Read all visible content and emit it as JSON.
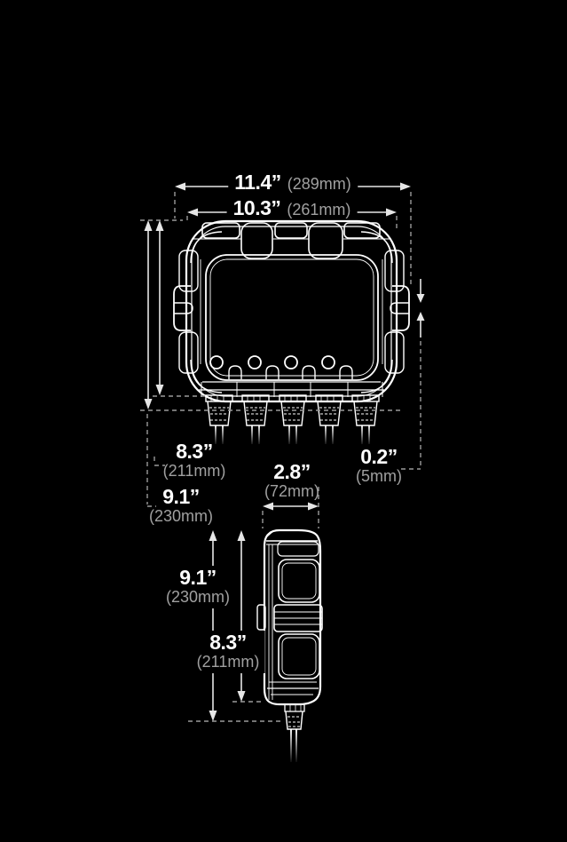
{
  "colors": {
    "background": "#000000",
    "device_line": "#ffffff",
    "dimension_line": "#e6e6e6",
    "dashed_line": "#9a9a9a",
    "inch_text": "#ffffff",
    "mm_text": "#a0a0a0"
  },
  "front_view": {
    "led_count": 4,
    "connector_count": 5,
    "dims": {
      "width_outer": {
        "inches": "11.4”",
        "mm": "(289mm)"
      },
      "width_inner": {
        "inches": "10.3”",
        "mm": "(261mm)"
      },
      "height_body": {
        "inches": "8.3”",
        "mm": "(211mm)"
      },
      "height_total": {
        "inches": "9.1”",
        "mm": "(230mm)"
      },
      "clip_gap": {
        "inches": "0.2”",
        "mm": "(5mm)"
      }
    }
  },
  "side_view": {
    "dims": {
      "depth": {
        "inches": "2.8”",
        "mm": "(72mm)"
      },
      "height_total": {
        "inches": "9.1”",
        "mm": "(230mm)"
      },
      "height_body": {
        "inches": "8.3”",
        "mm": "(211mm)"
      }
    }
  }
}
